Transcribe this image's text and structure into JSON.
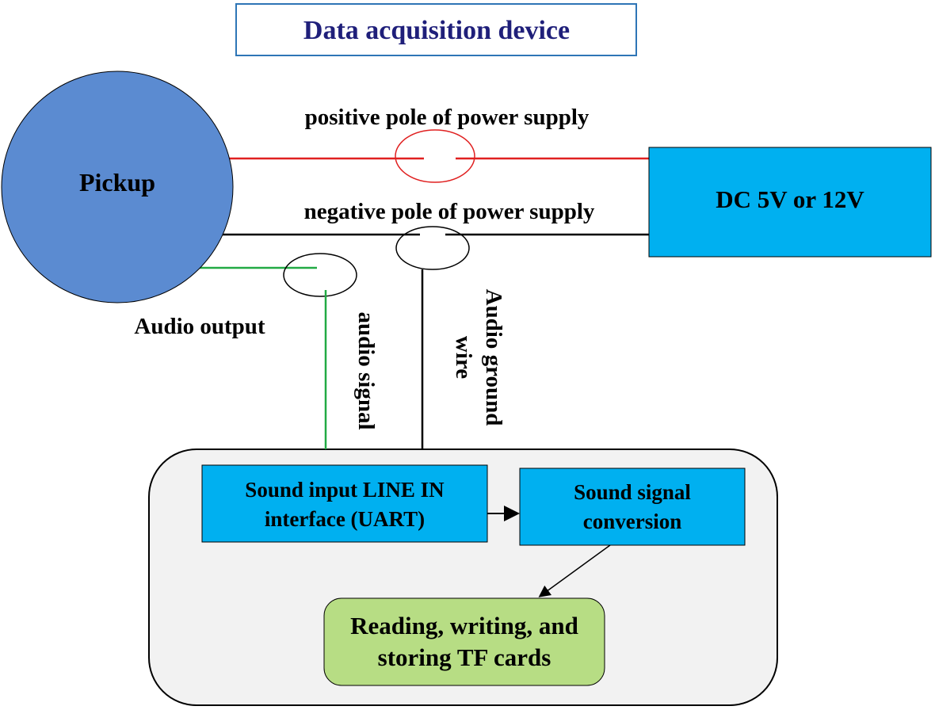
{
  "title": "Data acquisition device",
  "nodes": {
    "pickup": "Pickup",
    "dc": "DC 5V or 12V",
    "sound_input_line1": "Sound input LINE IN",
    "sound_input_line2": "interface (UART)",
    "conversion_line1": "Sound signal",
    "conversion_line2": "conversion",
    "tf_line1": "Reading, writing, and",
    "tf_line2": "storing TF cards"
  },
  "wires": {
    "positive": "positive pole of power supply",
    "negative": "negative pole of power supply",
    "audio_output": "Audio output",
    "audio_signal": "audio signal",
    "ground_line1": "Audio ground",
    "ground_line2": "wire"
  },
  "colors": {
    "title_text": "#1f1f7a",
    "title_border": "#2e75b6",
    "pickup_fill": "#5b8bd1",
    "box_fill": "#00b0f0",
    "tf_fill": "#b7dd84",
    "device_fill": "#f2f2f2",
    "positive_wire": "#e02020",
    "audio_wire": "#22aa44",
    "negative_wire": "#000000"
  }
}
